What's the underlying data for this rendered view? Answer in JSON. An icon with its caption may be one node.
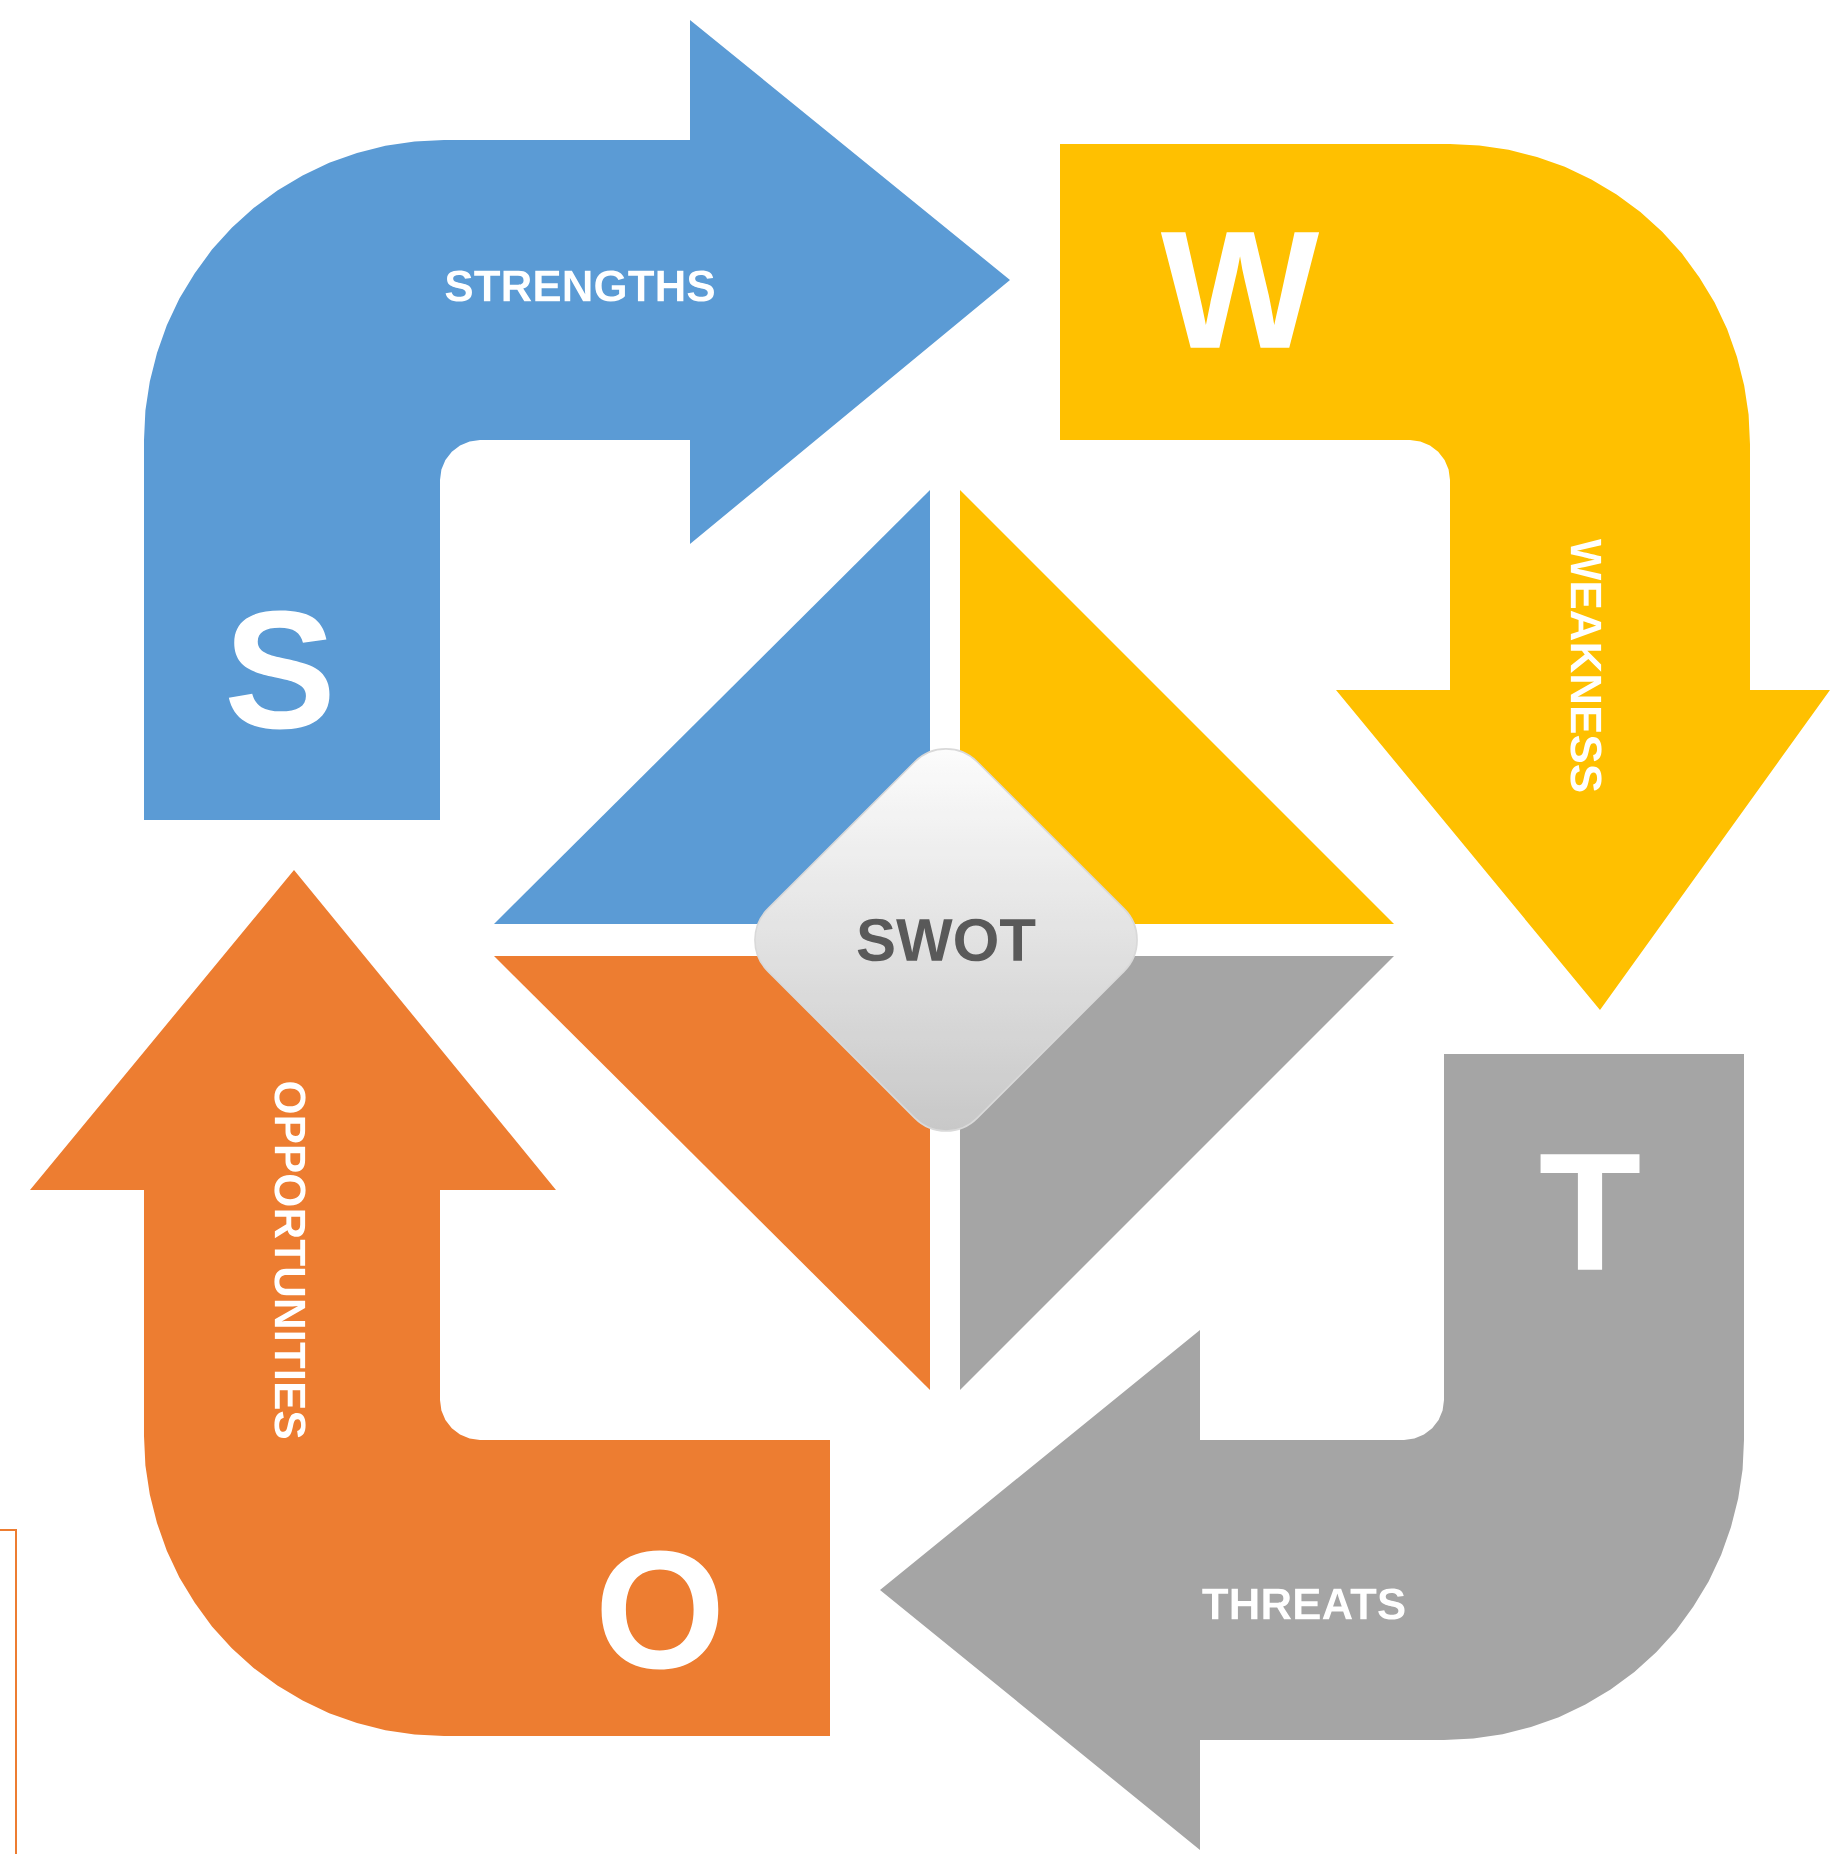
{
  "diagram": {
    "nodes": [
      {
        "text": [
          "S",
          "STRENGTHS"
        ]
      },
      {
        "text": [
          "W",
          "WEAKNESS"
        ]
      },
      {
        "text": [
          "T",
          "THREATS"
        ]
      },
      {
        "text": [
          "O",
          "OPPORTUNITIES"
        ]
      },
      {
        "text": [],
        "shape": "triangle"
      },
      {
        "text": [],
        "shape": "triangle"
      },
      {
        "text": [],
        "shape": "triangle"
      },
      {
        "text": [],
        "shape": "triangle"
      },
      {
        "text": [
          "SWOT"
        ]
      }
    ]
  }
}
